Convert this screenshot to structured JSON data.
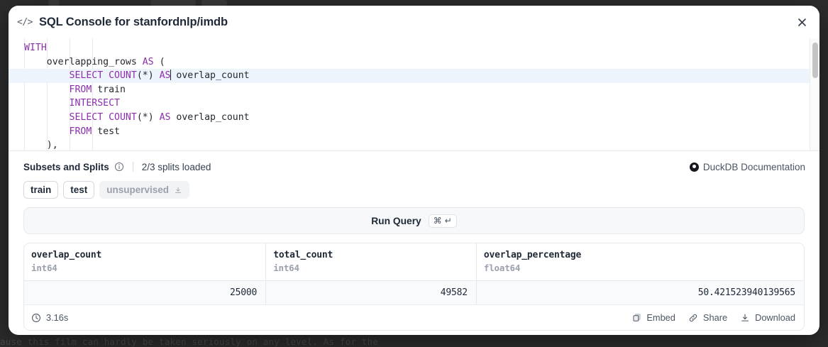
{
  "background": {
    "page_text": "ause this film can hardly be taken seriously on any level. As for the"
  },
  "modal": {
    "icon": "code-brackets-icon",
    "title": "SQL Console for stanfordnlp/imdb",
    "close_label": "×"
  },
  "editor": {
    "lines": [
      [
        {
          "t": "WITH",
          "k": true
        }
      ],
      [
        {
          "t": "    overlapping_rows ",
          "k": false
        },
        {
          "t": "AS",
          "k": true
        },
        {
          "t": " (",
          "k": false
        }
      ],
      [
        {
          "t": "        ",
          "k": false
        },
        {
          "t": "SELECT COUNT",
          "k": true
        },
        {
          "t": "(*) ",
          "k": false
        },
        {
          "t": "AS",
          "k": true
        },
        {
          "t": "CARET",
          "k": false
        },
        {
          "t": " overlap_count",
          "k": false
        }
      ],
      [
        {
          "t": "        ",
          "k": false
        },
        {
          "t": "FROM",
          "k": true
        },
        {
          "t": " train",
          "k": false
        }
      ],
      [
        {
          "t": "        ",
          "k": false
        },
        {
          "t": "INTERSECT",
          "k": true
        }
      ],
      [
        {
          "t": "        ",
          "k": false
        },
        {
          "t": "SELECT COUNT",
          "k": true
        },
        {
          "t": "(*) ",
          "k": false
        },
        {
          "t": "AS",
          "k": true
        },
        {
          "t": " overlap_count",
          "k": false
        }
      ],
      [
        {
          "t": "        ",
          "k": false
        },
        {
          "t": "FROM",
          "k": true
        },
        {
          "t": " test",
          "k": false
        }
      ],
      [
        {
          "t": "    ),",
          "k": false
        }
      ]
    ],
    "active_line_index": 2
  },
  "subsets": {
    "title": "Subsets and Splits",
    "info_icon": "info-circle-icon",
    "splits_loaded": "2/3 splits loaded",
    "duckdb_link": "DuckDB Documentation",
    "duckdb_icon": "duckdb-logo-icon",
    "chips": [
      {
        "label": "train",
        "state": "loaded"
      },
      {
        "label": "test",
        "state": "loaded"
      },
      {
        "label": "unsupervised",
        "state": "unloaded",
        "icon": "download-icon"
      }
    ]
  },
  "run_query": {
    "label": "Run Query",
    "shortcut_cmd": "⌘",
    "shortcut_enter": "↵"
  },
  "results": {
    "columns": [
      {
        "name": "overlap_count",
        "type": "int64"
      },
      {
        "name": "total_count",
        "type": "int64"
      },
      {
        "name": "overlap_percentage",
        "type": "float64"
      }
    ],
    "rows": [
      [
        "25000",
        "49582",
        "50.421523940139565"
      ]
    ],
    "footer": {
      "duration": "3.16s",
      "clock_icon": "clock-icon",
      "actions": [
        {
          "label": "Embed",
          "icon": "copy-icon"
        },
        {
          "label": "Share",
          "icon": "link-icon"
        },
        {
          "label": "Download",
          "icon": "download-icon"
        }
      ]
    }
  },
  "colors": {
    "keyword": "#8b2faa",
    "active_line": "#eef4fb",
    "modal_bg": "#ffffff",
    "page_bg": "#2d2d2d"
  }
}
